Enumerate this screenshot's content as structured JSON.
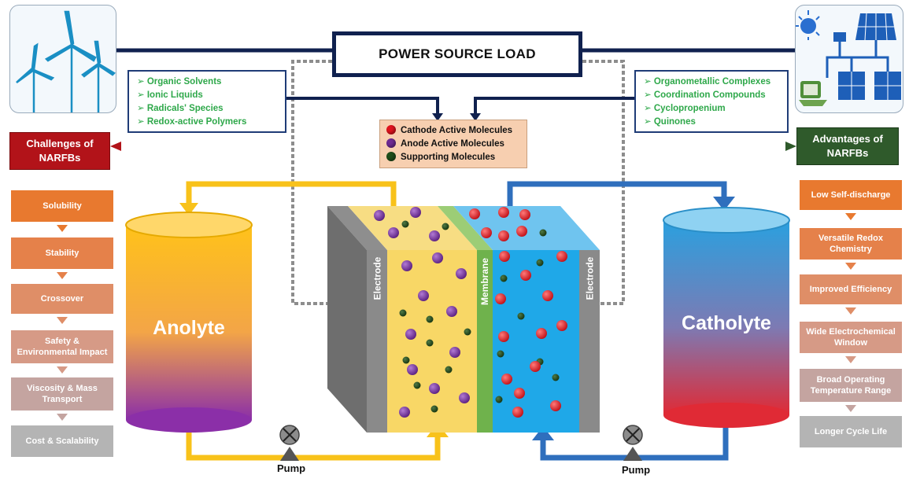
{
  "title": "POWER SOURCE LOAD",
  "left_list": [
    "Organic Solvents",
    "Ionic Liquids",
    "Radicals' Species",
    "Redox-active Polymers"
  ],
  "right_list": [
    "Organometallic Complexes",
    "Coordination Compounds",
    "Cyclopropenium",
    "Quinones"
  ],
  "center": {
    "cathode": "Cathode Active Molecules",
    "anode": "Anode Active Molecules",
    "supporting": "Supporting Molecules"
  },
  "challenges": {
    "header": "Challenges of NARFBs",
    "items": [
      "Solubility",
      "Stability",
      "Crossover",
      "Safety & Environmental Impact",
      "Viscosity & Mass Transport",
      "Cost & Scalability"
    ]
  },
  "advantages": {
    "header": "Advantages of NARFBs",
    "items": [
      "Low Self-discharge",
      "Versatile Redox Chemistry",
      "Improved Efficiency",
      "Wide Electrochemical Window",
      "Broad Operating Temperature Range",
      "Longer Cycle Life"
    ]
  },
  "cell": {
    "electrode_left": "Electrode",
    "membrane": "Membrane",
    "electrode_right": "Electrode"
  },
  "anolyte": "Anolyte",
  "catholyte": "Catholyte",
  "pump_left": "Pump",
  "pump_right": "Pump",
  "colors": {
    "navy": "#10214f",
    "challenge_red": "#b21319",
    "advantage_green": "#2f5a2b",
    "orange_step": "#e8792f",
    "yellow_flow": "#f8c21a",
    "blue_flow": "#2f6fbd",
    "membrane_green": "#66b04a",
    "cathode_dot": "#e0141d",
    "anode_dot": "#6e2a93",
    "support_dot": "#1f4d1a"
  }
}
